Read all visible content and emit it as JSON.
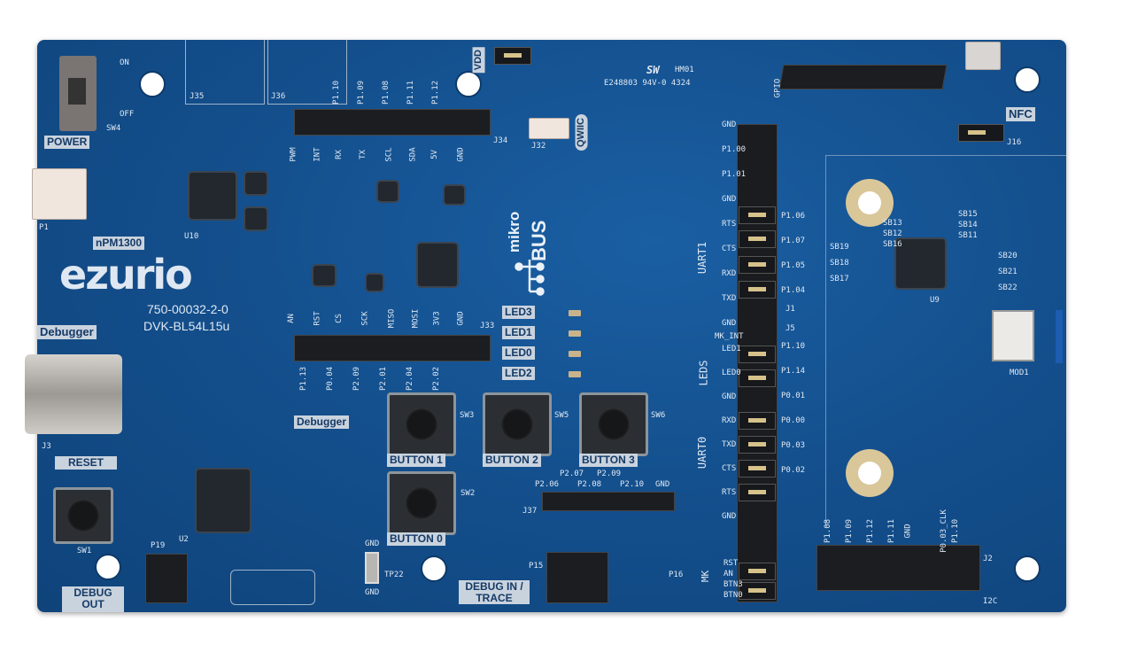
{
  "board": {
    "brand_logo": "ezurio",
    "part_number": "750-00032-2-0",
    "model": "DVK-BL54L15u",
    "colors": {
      "pcb": "#14508e",
      "silkscreen": "#dfe8f2",
      "label_box": "#c9d3de"
    }
  },
  "labels": {
    "power": "POWER",
    "on": "ON",
    "off": "OFF",
    "sw4": "SW4",
    "npm": "nPM1300",
    "debugger_left": "Debugger",
    "debugger_mid": "Debugger",
    "reset": "RESET",
    "debug_out": "DEBUG OUT",
    "debug_in": "DEBUG IN / TRACE",
    "vdd": "VDD",
    "nfc": "NFC",
    "qwiic": "QWIIC",
    "mikro": "mikro",
    "bus": "BUS",
    "uart1": "UART1",
    "uart0": "UART0",
    "leds": "LEDS",
    "cert": "E248803 94V-0 4324",
    "hm": "HM01",
    "sw_mark": "SW",
    "gnd_top": "GND",
    "gnd_bot": "GND",
    "tp22": "TP22",
    "j35": "J35",
    "j36": "J36",
    "j34": "J34",
    "j33": "J33",
    "j32": "J32",
    "j37": "J37",
    "j16": "J16",
    "j1": "J1",
    "j5": "J5",
    "j2": "J2",
    "j3": "J3",
    "p1": "P1",
    "p19": "P19",
    "p15": "P15",
    "p16": "P16",
    "u2": "U2",
    "u9": "U9",
    "u10": "U10",
    "sw1": "SW1",
    "mod1": "MOD1",
    "i2c": "I2C",
    "gpio": "GPIO",
    "mk": "MK"
  },
  "mikrobus_top": [
    "PWM",
    "INT",
    "RX",
    "TX",
    "SCL",
    "SDA",
    "5V",
    "GND"
  ],
  "mikrobus_top_ports": [
    "P1.10",
    "P1.09",
    "P1.08",
    "P1.11",
    "P1.12"
  ],
  "mikrobus_bottom": [
    "AN",
    "RST",
    "CS",
    "SCK",
    "MISO",
    "MOSI",
    "3V3",
    "GND"
  ],
  "mikrobus_bottom_ports": [
    "P1.13",
    "P0.04",
    "P2.09",
    "P2.01",
    "P2.04",
    "P2.02"
  ],
  "leds": [
    "LED3",
    "LED1",
    "LED0",
    "LED2"
  ],
  "buttons": [
    {
      "label": "BUTTON 1",
      "ref": "SW3"
    },
    {
      "label": "BUTTON 2",
      "ref": "SW5"
    },
    {
      "label": "BUTTON 3",
      "ref": "SW6"
    },
    {
      "label": "BUTTON 0",
      "ref": "SW2"
    }
  ],
  "j37_pins": [
    "P2.06",
    "P2.07",
    "P2.08",
    "P2.09",
    "P2.10",
    "GND"
  ],
  "uart1_pins": [
    "GND",
    "P1.00",
    "P1.01",
    "GND",
    "RTS",
    "CTS",
    "RXD",
    "TXD",
    "GND"
  ],
  "uart0_pins": [
    "LED1",
    "LED0",
    "GND",
    "RXD",
    "TXD",
    "CTS",
    "RTS",
    "GND"
  ],
  "right_pins": [
    "P1.06",
    "P1.07",
    "P1.05",
    "P1.04",
    "P1.10",
    "P1.14",
    "P0.01",
    "P0.00",
    "P0.03",
    "P0.02"
  ],
  "mk_pins": [
    "MK_INT",
    "RST",
    "AN",
    "BTN3",
    "BTN0"
  ],
  "i2c_pins": [
    "P1.08",
    "P1.09",
    "P1.12",
    "P1.11",
    "GND",
    "P0.03_CLK",
    "P1.10"
  ],
  "solder_bridges": [
    "SB13",
    "SB12",
    "SB16",
    "SB15",
    "SB14",
    "SB11",
    "SB19",
    "SB18",
    "SB17",
    "SB20",
    "SB21",
    "SB22"
  ]
}
